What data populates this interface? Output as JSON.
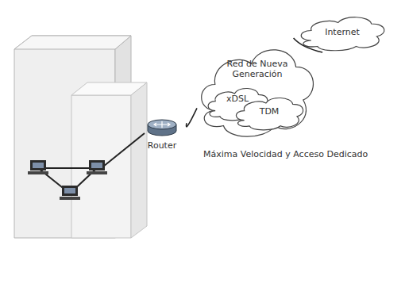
{
  "diagram": {
    "nodes": [
      {
        "text": [
          "Internet"
        ]
      },
      {
        "text": [
          "Red de Nueva Generación"
        ]
      },
      {
        "text": [
          "xDSL"
        ],
        "in": 1
      },
      {
        "text": [
          "TDM"
        ],
        "in": 1
      },
      {
        "text": [
          "Router"
        ]
      }
    ],
    "edges": [
      {
        "from": 4,
        "to": 1,
        "arrow": "none"
      },
      {
        "from": 1,
        "to": 0,
        "arrow": "none"
      }
    ],
    "labels": [
      "Máxima Velocidad y Acceso Dedicado"
    ]
  }
}
